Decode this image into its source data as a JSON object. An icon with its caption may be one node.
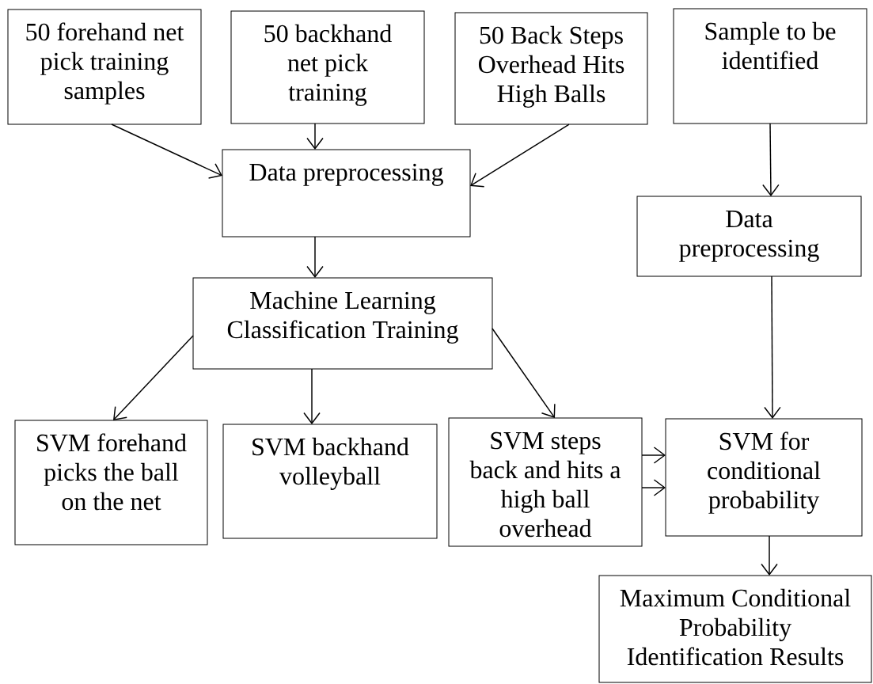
{
  "diagram": {
    "nodes": [
      {
        "text": [
          "50 forehand net pick training samples"
        ]
      },
      {
        "text": [
          "50 backhand net pick training"
        ]
      },
      {
        "text": [
          "50 Back Steps Overhead Hits High Balls"
        ]
      },
      {
        "text": [
          "Sample to be identified"
        ]
      },
      {
        "text": [
          "Data preprocessing"
        ]
      },
      {
        "text": [
          "Data preprocessing"
        ]
      },
      {
        "text": [
          "Machine Learning Classification Training"
        ]
      },
      {
        "text": [
          "SVM forehand picks the ball on the net"
        ]
      },
      {
        "text": [
          "SVM backhand volleyball"
        ]
      },
      {
        "text": [
          "SVM steps back and hits a high ball overhead"
        ]
      },
      {
        "text": [
          "SVM for conditional probability"
        ]
      },
      {
        "text": [
          "Maximum Conditional Probability Identification Results"
        ]
      }
    ],
    "edges": [
      {
        "from": 0,
        "to": 4,
        "arrow": "to"
      },
      {
        "from": 1,
        "to": 4,
        "arrow": "to"
      },
      {
        "from": 2,
        "to": 4,
        "arrow": "to"
      },
      {
        "from": 3,
        "to": 5,
        "arrow": "to"
      },
      {
        "from": 4,
        "to": 6,
        "arrow": "to"
      },
      {
        "from": 6,
        "to": 7,
        "arrow": "to"
      },
      {
        "from": 6,
        "to": 8,
        "arrow": "to"
      },
      {
        "from": 6,
        "to": 9,
        "arrow": "to"
      },
      {
        "from": 5,
        "to": 10,
        "arrow": "to"
      },
      {
        "from": 9,
        "to": 10,
        "arrow": "to"
      },
      {
        "from": 9,
        "to": 10,
        "arrow": "to"
      },
      {
        "from": 10,
        "to": 11,
        "arrow": "to"
      }
    ]
  }
}
